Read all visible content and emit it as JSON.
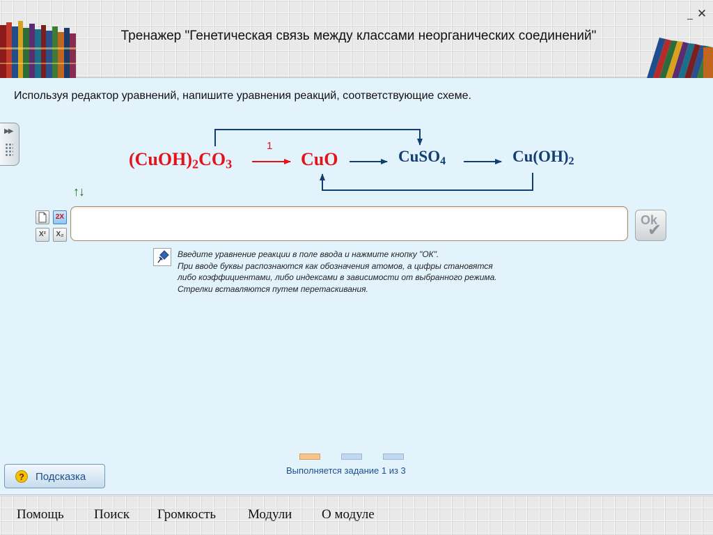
{
  "header": {
    "title": "Тренажер \"Генетическая связь между классами неорганических соединений\"",
    "minimize_label": "_",
    "close_label": "✕"
  },
  "task": {
    "instruction": "Используя редактор уравнений, напишите уравнения реакций, соответствующие схеме."
  },
  "scheme": {
    "basic_carbonate": {
      "main": "(CuOH)",
      "sub1": "2",
      "mid": "CO",
      "sub2": "3"
    },
    "copper_oxide": "CuO",
    "copper_sulfate": {
      "main": "CuSO",
      "sub": "4"
    },
    "copper_hydroxide": {
      "main": "Cu(OH)",
      "sub": "2"
    },
    "step_label": "1",
    "colors": {
      "active": "#e3121b",
      "inactive": "#123e74"
    }
  },
  "editor": {
    "arrow_toggle": "↑↓",
    "coef_label": "2X",
    "superscript_label": "X²",
    "subscript_label": "X₂",
    "input_value": "",
    "input_placeholder": "",
    "ok_label": "Ok",
    "ok_check": "✔"
  },
  "hint_text": {
    "lines": [
      "Введите уравнение реакции в поле ввода и нажмите кнопку \"ОК\".",
      "При вводе буквы распознаются как обозначения атомов, а цифры становятся",
      "либо коэффициентами, либо индексами в зависимости от выбранного режима.",
      "Стрелки вставляются путем перетаскивания."
    ]
  },
  "progress": {
    "current": 1,
    "total": 3,
    "text": "Выполняется задание 1 из 3"
  },
  "hint_button": {
    "icon": "?",
    "label": "Подсказка"
  },
  "menu": {
    "items": [
      "Помощь",
      "Поиск",
      "Громкость",
      "Модули",
      "О модуле"
    ]
  },
  "icons": {
    "side_tab": "arrows-grid-icon",
    "new_doc": "new-document-icon",
    "hint": "pushpin-icon"
  }
}
